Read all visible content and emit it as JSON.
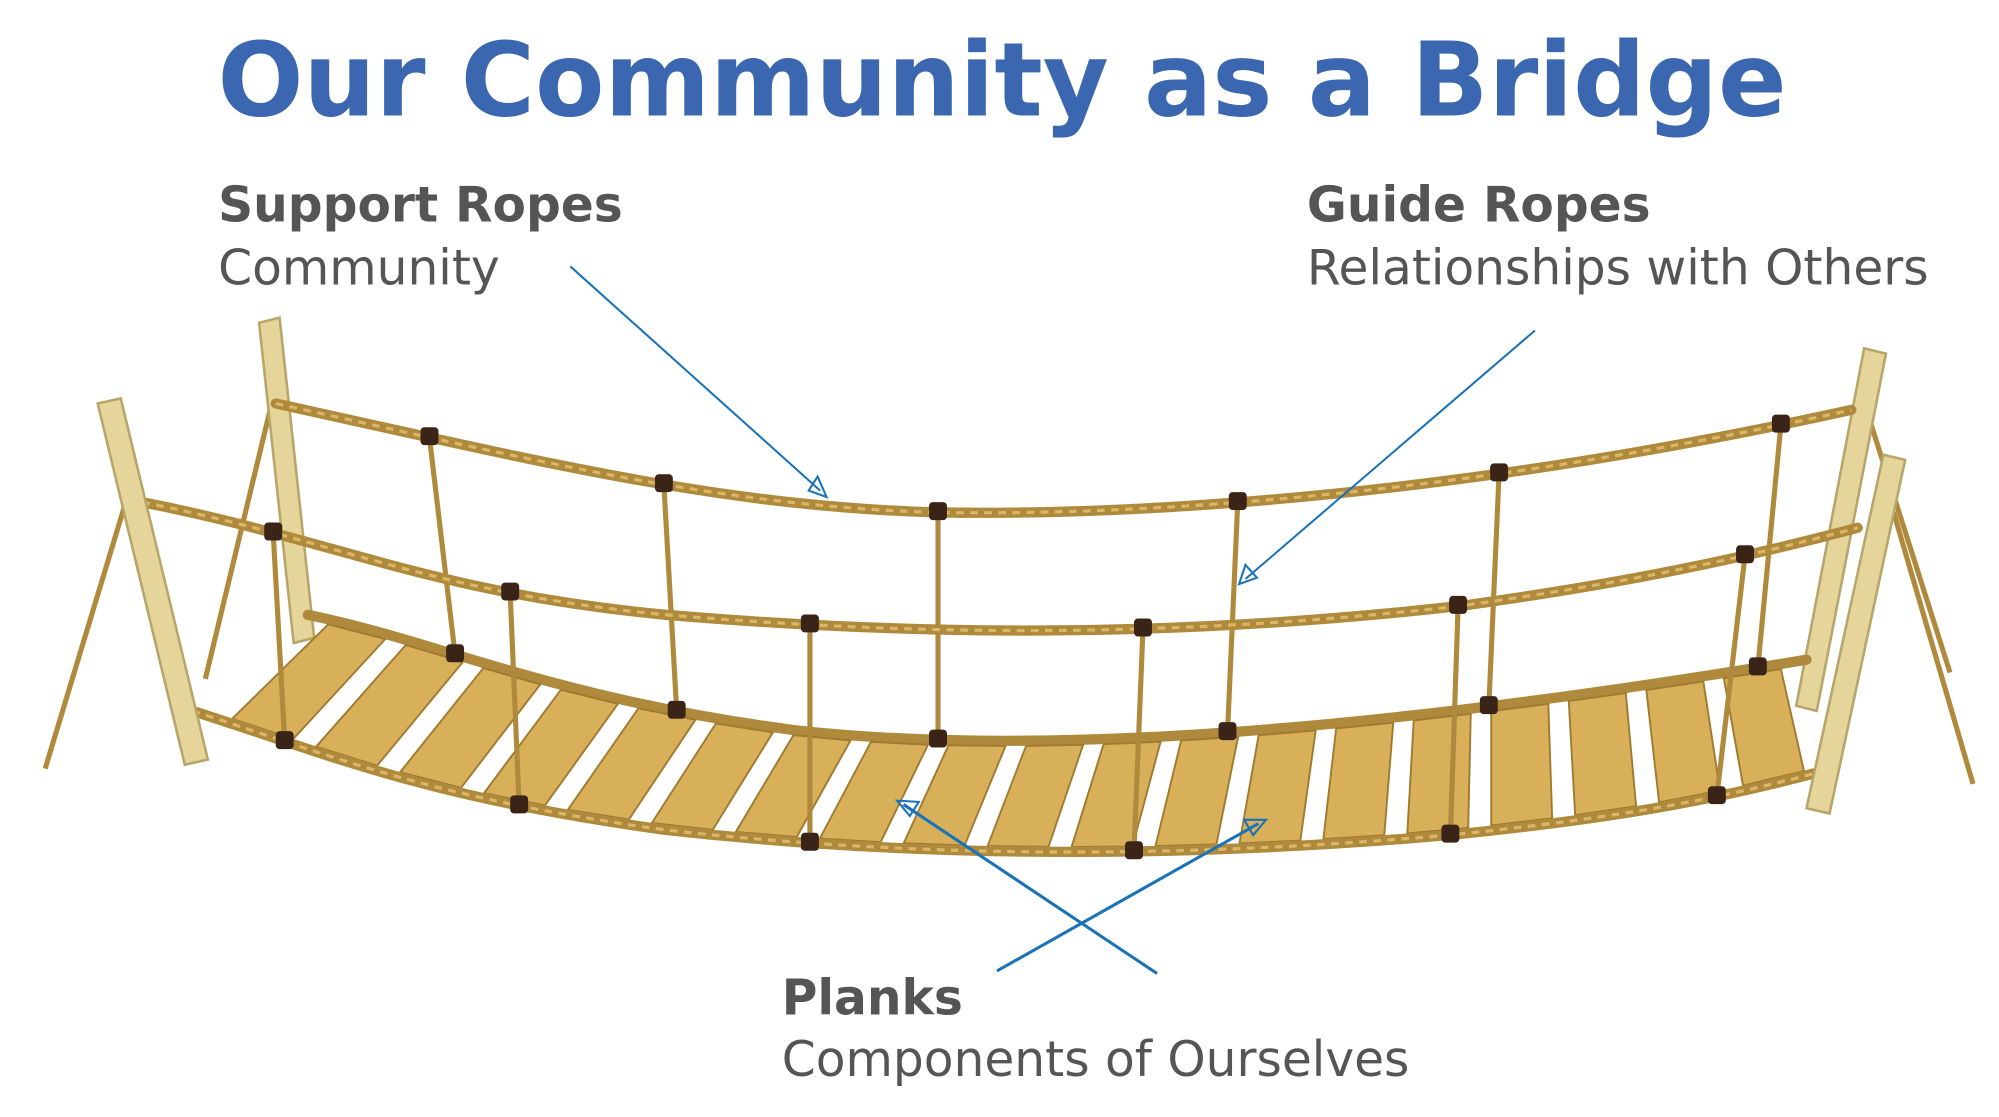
{
  "title": "Our Community as a Bridge",
  "labels": {
    "support": {
      "heading": "Support Ropes",
      "meaning": "Community"
    },
    "guide": {
      "heading": "Guide Ropes",
      "meaning": "Relationships with Others"
    },
    "planks": {
      "heading": "Planks",
      "meaning": "Components of Ourselves"
    }
  },
  "colors": {
    "title": "#3a67b0",
    "text": "#555555",
    "arrow": "#1a72b8",
    "rope": "#b08a3c",
    "plank": "#d8b05a"
  }
}
